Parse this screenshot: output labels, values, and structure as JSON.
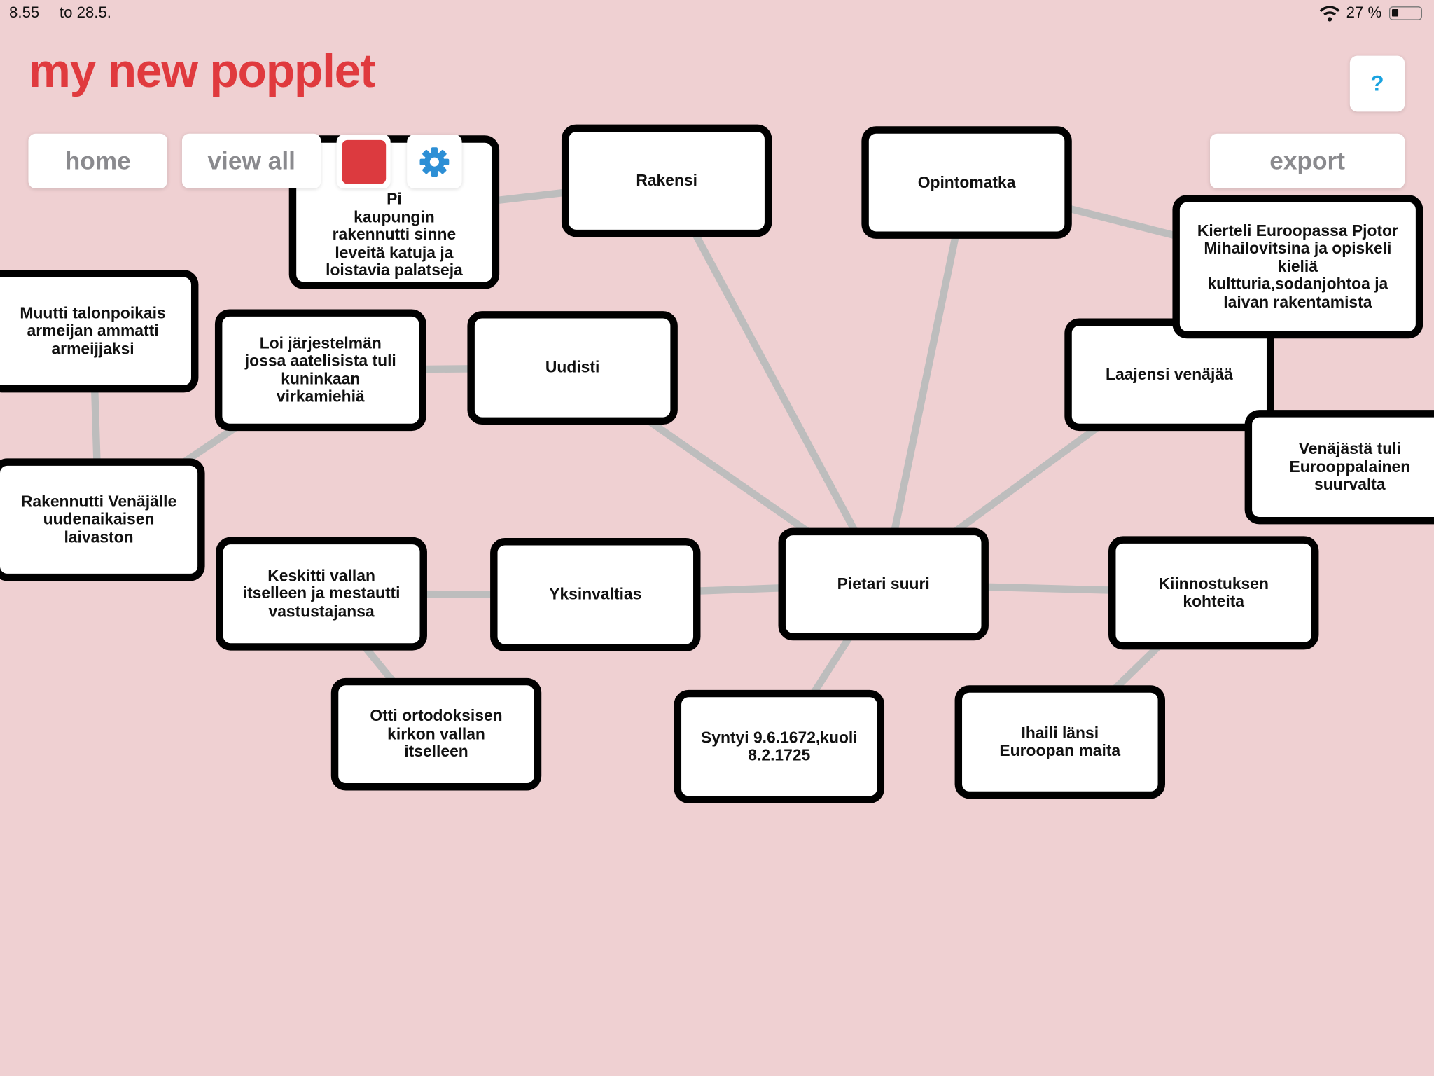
{
  "status_bar": {
    "time": "8.55",
    "date": "to 28.5.",
    "battery": "27 %",
    "battery_level": 0.27
  },
  "title": "my new popplet",
  "toolbar": {
    "home": "home",
    "view_all": "view all",
    "export": "export",
    "help": "?",
    "color_swatch": "#dc3a3f",
    "gear_color": "#2d8fd5"
  },
  "colors": {
    "background": "#efd0d2",
    "title": "#e03a3e",
    "edge": "#bdbdbd"
  },
  "nodes": [
    {
      "id": "pietari-city",
      "lines": [
        "Pi",
        "kaupungin",
        "rakennutti sinne",
        "leveitä katuja ja",
        "loistavia palatseja"
      ]
    },
    {
      "id": "rakensi",
      "lines": [
        "Rakensi"
      ]
    },
    {
      "id": "opintomatka",
      "lines": [
        "Opintomatka"
      ]
    },
    {
      "id": "laajensi",
      "lines": [
        "Laajensi venäjää"
      ]
    },
    {
      "id": "kierteli",
      "lines": [
        "Kierteli Euroopassa Pjotor",
        "Mihailovitsina ja opiskeli",
        "kieliä",
        "kultturia,sodanjohtoa ja",
        "laivan rakentamista"
      ]
    },
    {
      "id": "venajasta",
      "lines": [
        "Venäjästä tuli",
        "Eurooppalainen",
        "suurvalta"
      ]
    },
    {
      "id": "muutti",
      "lines": [
        "Muutti talonpoikais",
        "armeijan ammatti",
        "armeijjaksi"
      ]
    },
    {
      "id": "loi",
      "lines": [
        "Loi järjestelmän",
        "jossa aatelisista tuli",
        "kuninkaan",
        "virkamiehiä"
      ]
    },
    {
      "id": "uudisti",
      "lines": [
        "Uudisti"
      ]
    },
    {
      "id": "rakennutti",
      "lines": [
        "Rakennutti Venäjälle",
        "uudenaikaisen",
        "laivaston"
      ]
    },
    {
      "id": "keskitti",
      "lines": [
        "Keskitti vallan",
        "itselleen ja mestautti",
        "vastustajansa"
      ]
    },
    {
      "id": "yksinvaltias",
      "lines": [
        "Yksinvaltias"
      ]
    },
    {
      "id": "pietari-suuri",
      "lines": [
        "Pietari suuri"
      ]
    },
    {
      "id": "kiinnostuksen",
      "lines": [
        "Kiinnostuksen",
        "kohteita"
      ]
    },
    {
      "id": "otti",
      "lines": [
        "Otti ortodoksisen",
        "kirkon vallan",
        "itselleen"
      ]
    },
    {
      "id": "syntyi",
      "lines": [
        "Syntyi 9.6.1672,kuoli",
        "8.2.1725"
      ]
    },
    {
      "id": "ihaili",
      "lines": [
        "Ihaili länsi",
        "Euroopan maita"
      ]
    }
  ],
  "edges": [
    [
      "pietari-suuri",
      "rakensi"
    ],
    [
      "pietari-suuri",
      "opintomatka"
    ],
    [
      "pietari-suuri",
      "laajensi"
    ],
    [
      "pietari-suuri",
      "uudisti"
    ],
    [
      "pietari-suuri",
      "yksinvaltias"
    ],
    [
      "pietari-suuri",
      "kiinnostuksen"
    ],
    [
      "pietari-suuri",
      "syntyi"
    ],
    [
      "kiinnostuksen",
      "ihaili"
    ],
    [
      "yksinvaltias",
      "keskitti"
    ],
    [
      "keskitti",
      "otti"
    ],
    [
      "uudisti",
      "loi"
    ],
    [
      "loi",
      "rakennutti"
    ],
    [
      "muutti",
      "rakennutti"
    ],
    [
      "rakensi",
      "pietari-city"
    ],
    [
      "opintomatka",
      "kierteli"
    ],
    [
      "laajensi",
      "venajasta"
    ]
  ]
}
